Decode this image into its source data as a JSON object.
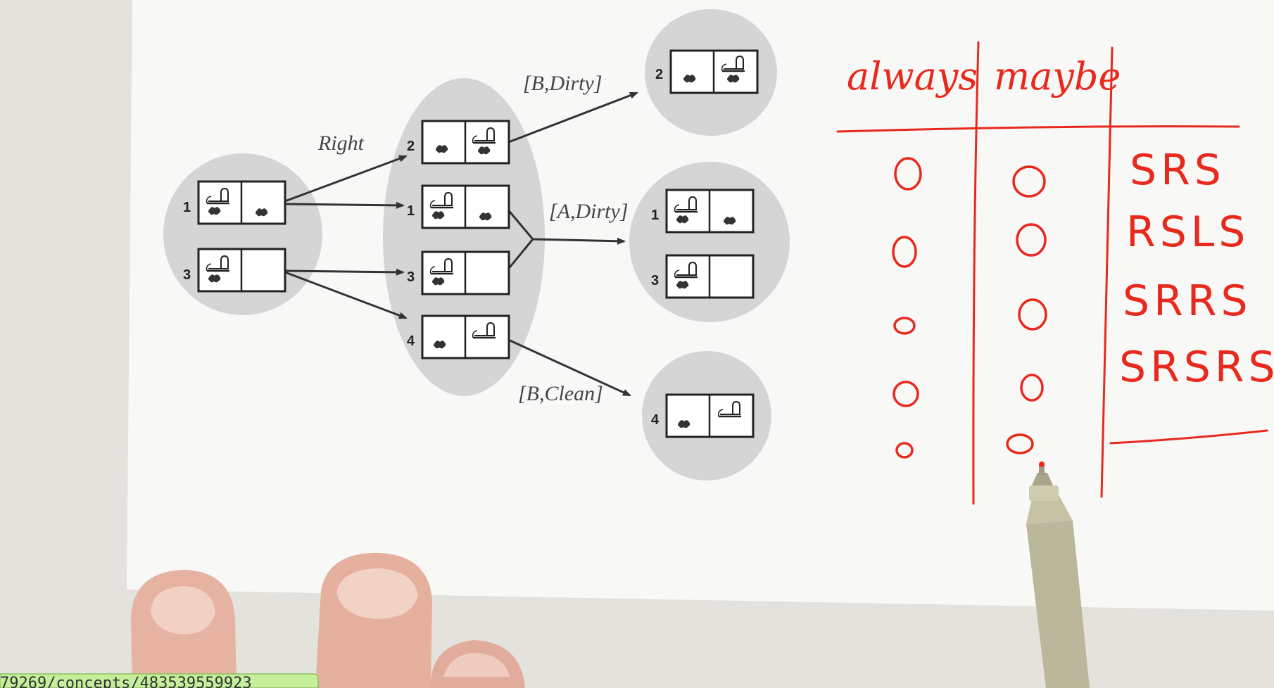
{
  "diagram": {
    "action_label": "Right",
    "percepts": [
      "[B,Dirty]",
      "[A,Dirty]",
      "[B,Clean]"
    ],
    "state_numbers": {
      "initial": [
        "1",
        "3"
      ],
      "middle": [
        "2",
        "1",
        "3",
        "4"
      ],
      "top": [
        "2"
      ],
      "mid_right": [
        "1",
        "3"
      ],
      "bottom": [
        "4"
      ]
    }
  },
  "notes": {
    "headers": [
      "always",
      "maybe"
    ],
    "sequences": [
      "SRS",
      "RSLS",
      "SRRS",
      "SRSRS"
    ]
  },
  "url_bar": {
    "text": "79269/concepts/483539559923"
  },
  "colors": {
    "ink": "#e8291e",
    "ellipse": "#d6d6d6",
    "paper": "#f7f7f5",
    "url_bar": "#c6ef9c"
  }
}
